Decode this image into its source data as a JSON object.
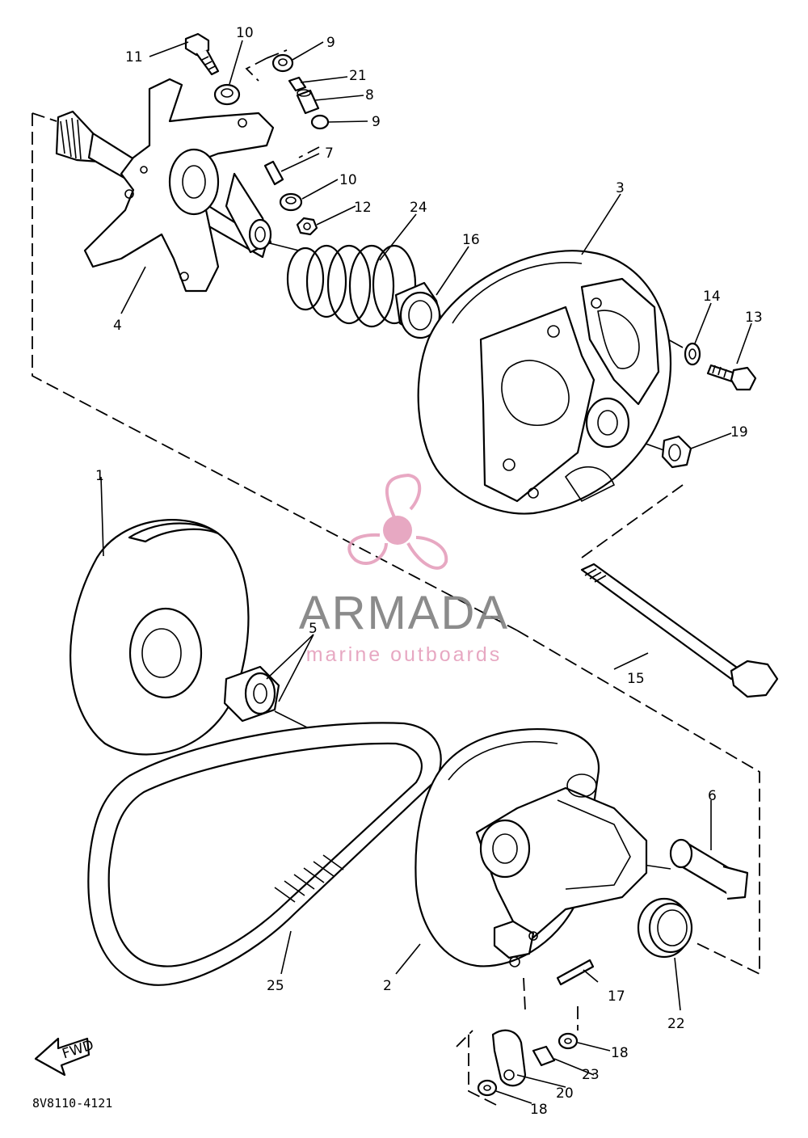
{
  "diagram": {
    "part_numbers": [
      "1",
      "2",
      "3",
      "4",
      "5",
      "6",
      "7",
      "8",
      "9",
      "9",
      "10",
      "10",
      "11",
      "12",
      "13",
      "14",
      "15",
      "16",
      "17",
      "18",
      "18",
      "19",
      "20",
      "21",
      "22",
      "23",
      "24",
      "25"
    ],
    "fwd_label": "FWD",
    "drawing_code": "8V8110-4121"
  },
  "watermark": {
    "brand": "ARMADA",
    "tagline": "marine outboards",
    "brand_color": "#7f7f7f",
    "accent_color": "#e59fbc"
  }
}
